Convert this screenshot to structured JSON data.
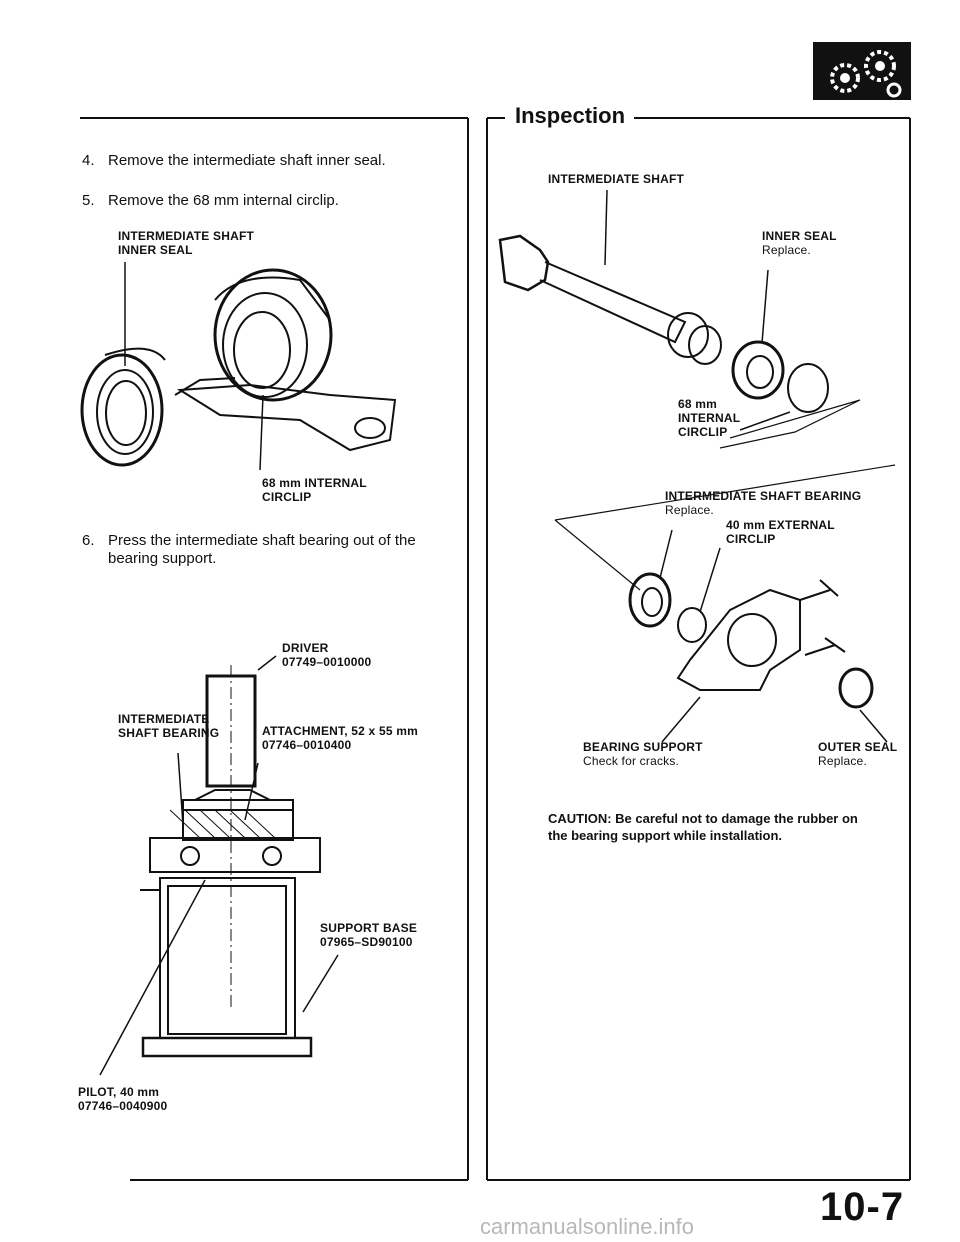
{
  "left": {
    "steps": [
      {
        "num": "4.",
        "text": "Remove the intermediate shaft inner seal."
      },
      {
        "num": "5.",
        "text": "Remove the 68 mm internal circlip."
      },
      {
        "num": "6.",
        "line1": "Press the intermediate shaft bearing out of the",
        "line2": "bearing support."
      }
    ],
    "fig1": {
      "seal_label_1": "INTERMEDIATE SHAFT",
      "seal_label_2": "INNER SEAL",
      "circlip_label_1": "68 mm INTERNAL",
      "circlip_label_2": "CIRCLIP"
    },
    "fig2": {
      "driver_label": "DRIVER",
      "driver_pn": "07749–0010000",
      "bearing_label_1": "INTERMEDIATE",
      "bearing_label_2": "SHAFT BEARING",
      "attachment_label": "ATTACHMENT, 52 x 55 mm",
      "attachment_pn": "07746–0010400",
      "base_label": "SUPPORT BASE",
      "base_pn": "07965–SD90100",
      "pilot_label": "PILOT, 40 mm",
      "pilot_pn": "07746–0040900"
    }
  },
  "right": {
    "heading": "Inspection",
    "shaft_label": "INTERMEDIATE SHAFT",
    "inner_seal_label": "INNER SEAL",
    "inner_seal_note": "Replace.",
    "circlip68_1": "68 mm",
    "circlip68_2": "INTERNAL",
    "circlip68_3": "CIRCLIP",
    "bearing_label": "INTERMEDIATE SHAFT BEARING",
    "bearing_note": "Replace.",
    "circlip40_1": "40 mm EXTERNAL",
    "circlip40_2": "CIRCLIP",
    "support_label": "BEARING SUPPORT",
    "support_note": "Check for cracks.",
    "outer_seal_label": "OUTER SEAL",
    "outer_seal_note": "Replace.",
    "caution_1": "CAUTION:  Be careful not to damage the rubber on",
    "caution_2": "the bearing support while installation."
  },
  "footer": {
    "page_number": "10-7",
    "watermark": "carmanualsonline.info"
  },
  "icon": {
    "name": "driveshaft-gears-icon"
  }
}
